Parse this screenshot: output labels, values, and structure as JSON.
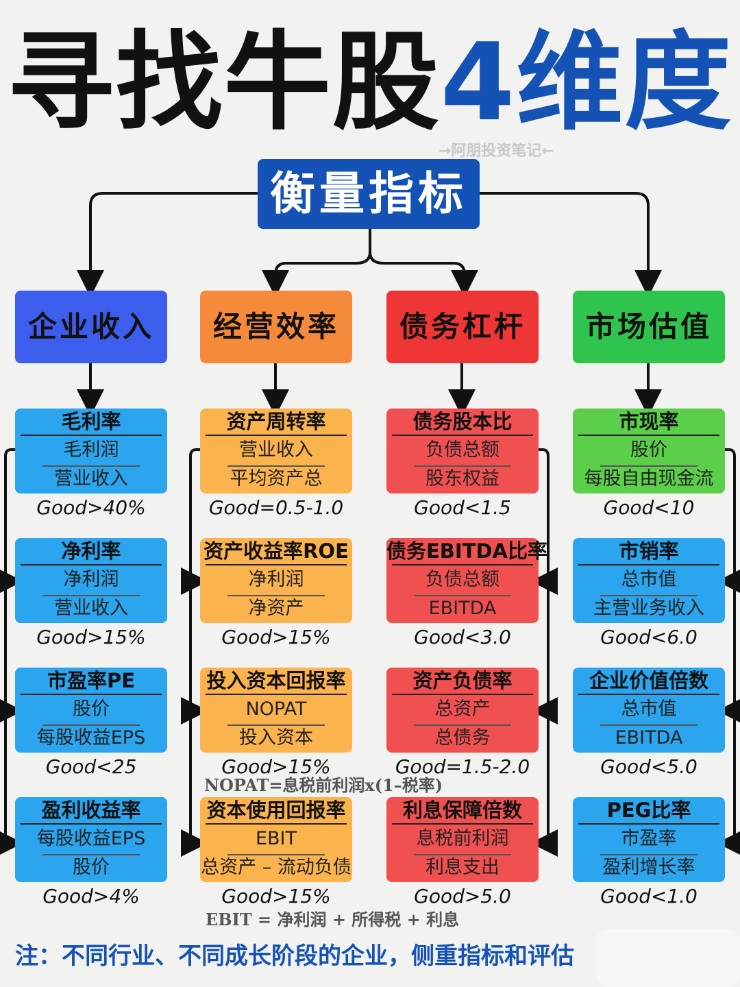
{
  "title": {
    "part1": "寻找牛股",
    "part2": "4维度"
  },
  "watermark": "→阿朋投资笔记←",
  "root_label": "衡量指标",
  "categories": [
    {
      "label": "企业收入",
      "color": "#3d5ded"
    },
    {
      "label": "经营效率",
      "color": "#f58a3a"
    },
    {
      "label": "债务杠杆",
      "color": "#ee3636"
    },
    {
      "label": "市场估值",
      "color": "#2fc44e"
    }
  ],
  "columns": [
    {
      "card_color": "#2aa5ee",
      "metrics": [
        {
          "title": "毛利率",
          "numerator": "毛利润",
          "denominator": "营业收入",
          "good": "Good>40%"
        },
        {
          "title": "净利率",
          "numerator": "净利润",
          "denominator": "营业收入",
          "good": "Good>15%"
        },
        {
          "title": "市盈率PE",
          "numerator": "股价",
          "denominator": "每股收益EPS",
          "good": "Good<25"
        },
        {
          "title": "盈利收益率",
          "numerator": "每股收益EPS",
          "denominator": "股价",
          "good": "Good>4%"
        }
      ]
    },
    {
      "card_color": "#fbb34e",
      "metrics": [
        {
          "title": "资产周转率",
          "numerator": "营业收入",
          "denominator": "平均资产总",
          "good": "Good=0.5-1.0"
        },
        {
          "title": "资产收益率ROE",
          "numerator": "净利润",
          "denominator": "净资产",
          "good": "Good>15%"
        },
        {
          "title": "投入资本回报率",
          "numerator": "NOPAT",
          "denominator": "投入资本",
          "good": "Good>15%"
        },
        {
          "title": "资本使用回报率",
          "numerator": "EBIT",
          "denominator": "总资产 – 流动负债",
          "good": "Good>15%"
        }
      ]
    },
    {
      "card_color": "#f05050",
      "metrics": [
        {
          "title": "债务股本比",
          "numerator": "负债总额",
          "denominator": "股东权益",
          "good": "Good<1.5"
        },
        {
          "title": "债务EBITDA比率",
          "numerator": "负债总额",
          "denominator": "EBITDA",
          "good": "Good<3.0"
        },
        {
          "title": "资产负债率",
          "numerator": "总资产",
          "denominator": "总债务",
          "good": "Good=1.5-2.0"
        },
        {
          "title": "利息保障倍数",
          "numerator": "息税前利润",
          "denominator": "利息支出",
          "good": "Good>5.0"
        }
      ]
    },
    {
      "card_color": "#2aa5ee",
      "first_card_color": "#5ccf4a",
      "metrics": [
        {
          "title": "市现率",
          "numerator": "股价",
          "denominator": "每股自由现金流",
          "good": "Good<10"
        },
        {
          "title": "市销率",
          "numerator": "总市值",
          "denominator": "主营业务收入",
          "good": "Good<6.0"
        },
        {
          "title": "企业价值倍数",
          "numerator": "总市值",
          "denominator": "EBITDA",
          "good": "Good<5.0"
        },
        {
          "title": "PEG比率",
          "numerator": "市盈率",
          "denominator": "盈利增长率",
          "good": "Good<1.0"
        }
      ]
    }
  ],
  "formulas": {
    "nopat": "NOPAT=息税前利润x(1–税率)",
    "ebit": "EBIT = 净利润 + 所得税 + 利息"
  },
  "note": "注：不同行业、不同成长阶段的企业，侧重指标和评估"
}
